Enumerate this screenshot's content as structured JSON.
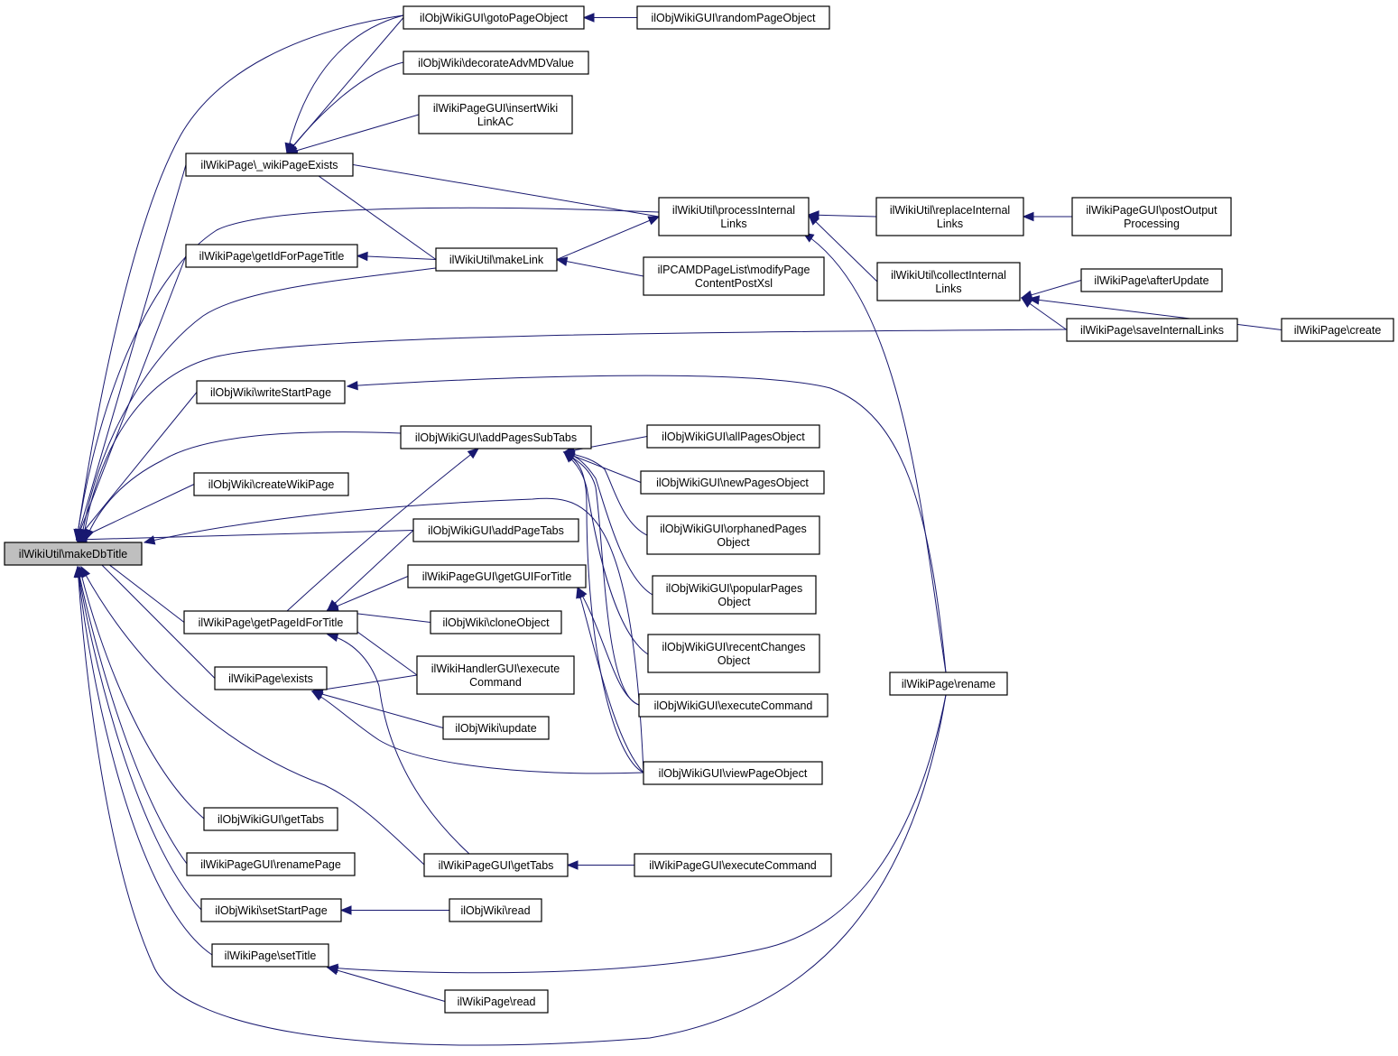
{
  "diagram": {
    "type": "caller-graph",
    "colors": {
      "edge": "#191970",
      "root_fill": "#bfbfbf",
      "node_fill": "#ffffff",
      "node_border": "#000000"
    },
    "nodes": [
      {
        "id": "n0",
        "lines": [
          "ilWikiUtil\\makeDbTitle"
        ],
        "root": true
      },
      {
        "id": "n1",
        "lines": [
          "ilObjWikiGUI\\gotoPageObject"
        ]
      },
      {
        "id": "n2",
        "lines": [
          "ilObjWikiGUI\\randomPageObject"
        ]
      },
      {
        "id": "n3",
        "lines": [
          "ilObjWiki\\decorateAdvMDValue"
        ]
      },
      {
        "id": "n4",
        "lines": [
          "ilWikiPageGUI\\insertWiki",
          "LinkAC"
        ]
      },
      {
        "id": "n5",
        "lines": [
          "ilWikiPage\\_wikiPageExists"
        ]
      },
      {
        "id": "n6",
        "lines": [
          "ilWikiUtil\\processInternal",
          "Links"
        ]
      },
      {
        "id": "n7",
        "lines": [
          "ilWikiUtil\\replaceInternal",
          "Links"
        ]
      },
      {
        "id": "n8",
        "lines": [
          "ilWikiPageGUI\\postOutput",
          "Processing"
        ]
      },
      {
        "id": "n9",
        "lines": [
          "ilWikiPage\\getIdForPageTitle"
        ]
      },
      {
        "id": "n10",
        "lines": [
          "ilWikiUtil\\makeLink"
        ]
      },
      {
        "id": "n11",
        "lines": [
          "ilPCAMDPageList\\modifyPage",
          "ContentPostXsl"
        ]
      },
      {
        "id": "n12",
        "lines": [
          "ilWikiUtil\\collectInternal",
          "Links"
        ]
      },
      {
        "id": "n13",
        "lines": [
          "ilWikiPage\\afterUpdate"
        ]
      },
      {
        "id": "n14",
        "lines": [
          "ilWikiPage\\saveInternalLinks"
        ]
      },
      {
        "id": "n15",
        "lines": [
          "ilWikiPage\\create"
        ]
      },
      {
        "id": "n16",
        "lines": [
          "ilObjWiki\\writeStartPage"
        ]
      },
      {
        "id": "n17",
        "lines": [
          "ilObjWikiGUI\\addPagesSubTabs"
        ]
      },
      {
        "id": "n18",
        "lines": [
          "ilObjWikiGUI\\allPagesObject"
        ]
      },
      {
        "id": "n19",
        "lines": [
          "ilObjWiki\\createWikiPage"
        ]
      },
      {
        "id": "n20",
        "lines": [
          "ilObjWikiGUI\\newPagesObject"
        ]
      },
      {
        "id": "n21",
        "lines": [
          "ilObjWikiGUI\\orphanedPages",
          "Object"
        ]
      },
      {
        "id": "n22",
        "lines": [
          "ilObjWikiGUI\\addPageTabs"
        ]
      },
      {
        "id": "n23",
        "lines": [
          "ilWikiPageGUI\\getGUIForTitle"
        ]
      },
      {
        "id": "n24",
        "lines": [
          "ilObjWikiGUI\\popularPages",
          "Object"
        ]
      },
      {
        "id": "n25",
        "lines": [
          "ilWikiPage\\getPageIdForTitle"
        ]
      },
      {
        "id": "n26",
        "lines": [
          "ilObjWiki\\cloneObject"
        ]
      },
      {
        "id": "n27",
        "lines": [
          "ilObjWikiGUI\\recentChanges",
          "Object"
        ]
      },
      {
        "id": "n28",
        "lines": [
          "ilWikiHandlerGUI\\execute",
          "Command"
        ]
      },
      {
        "id": "n29",
        "lines": [
          "ilWikiPage\\exists"
        ]
      },
      {
        "id": "n30",
        "lines": [
          "ilObjWikiGUI\\executeCommand"
        ]
      },
      {
        "id": "n31",
        "lines": [
          "ilWikiPage\\rename"
        ]
      },
      {
        "id": "n32",
        "lines": [
          "ilObjWiki\\update"
        ]
      },
      {
        "id": "n33",
        "lines": [
          "ilObjWikiGUI\\viewPageObject"
        ]
      },
      {
        "id": "n34",
        "lines": [
          "ilObjWikiGUI\\getTabs"
        ]
      },
      {
        "id": "n35",
        "lines": [
          "ilWikiPageGUI\\renamePage"
        ]
      },
      {
        "id": "n36",
        "lines": [
          "ilWikiPageGUI\\getTabs"
        ]
      },
      {
        "id": "n37",
        "lines": [
          "ilWikiPageGUI\\executeCommand"
        ]
      },
      {
        "id": "n38",
        "lines": [
          "ilObjWiki\\setStartPage"
        ]
      },
      {
        "id": "n39",
        "lines": [
          "ilObjWiki\\read"
        ]
      },
      {
        "id": "n40",
        "lines": [
          "ilWikiPage\\setTitle"
        ]
      },
      {
        "id": "n41",
        "lines": [
          "ilWikiPage\\read"
        ]
      }
    ],
    "edges": [
      [
        "n1",
        "n0"
      ],
      [
        "n2",
        "n1"
      ],
      [
        "n3",
        "n5"
      ],
      [
        "n1",
        "n5"
      ],
      [
        "n4",
        "n5"
      ],
      [
        "n5",
        "n0"
      ],
      [
        "n6",
        "n5"
      ],
      [
        "n10",
        "n5"
      ],
      [
        "n6",
        "n0"
      ],
      [
        "n7",
        "n6"
      ],
      [
        "n8",
        "n7"
      ],
      [
        "n9",
        "n0"
      ],
      [
        "n10",
        "n9"
      ],
      [
        "n10",
        "n0"
      ],
      [
        "n10",
        "n6"
      ],
      [
        "n11",
        "n10"
      ],
      [
        "n12",
        "n6"
      ],
      [
        "n31",
        "n6"
      ],
      [
        "n13",
        "n12"
      ],
      [
        "n14",
        "n12"
      ],
      [
        "n14",
        "n0"
      ],
      [
        "n15",
        "n14"
      ],
      [
        "n16",
        "n0"
      ],
      [
        "n31",
        "n16"
      ],
      [
        "n17",
        "n0"
      ],
      [
        "n18",
        "n17"
      ],
      [
        "n20",
        "n17"
      ],
      [
        "n21",
        "n17"
      ],
      [
        "n24",
        "n17"
      ],
      [
        "n27",
        "n17"
      ],
      [
        "n30",
        "n17"
      ],
      [
        "n33",
        "n17"
      ],
      [
        "n25",
        "n17"
      ],
      [
        "n19",
        "n0"
      ],
      [
        "n33",
        "n0"
      ],
      [
        "n22",
        "n0"
      ],
      [
        "n22",
        "n25"
      ],
      [
        "n25",
        "n0"
      ],
      [
        "n1",
        "n25"
      ],
      [
        "n23",
        "n25"
      ],
      [
        "n26",
        "n25"
      ],
      [
        "n28",
        "n25"
      ],
      [
        "n36",
        "n25"
      ],
      [
        "n30",
        "n23"
      ],
      [
        "n33",
        "n23"
      ],
      [
        "n29",
        "n0"
      ],
      [
        "n28",
        "n29"
      ],
      [
        "n32",
        "n29"
      ],
      [
        "n33",
        "n29"
      ],
      [
        "n36",
        "n0"
      ],
      [
        "n34",
        "n0"
      ],
      [
        "n35",
        "n0"
      ],
      [
        "n37",
        "n36"
      ],
      [
        "n38",
        "n0"
      ],
      [
        "n39",
        "n38"
      ],
      [
        "n40",
        "n0"
      ],
      [
        "n31",
        "n40"
      ],
      [
        "n41",
        "n40"
      ],
      [
        "n31",
        "n0"
      ]
    ]
  }
}
